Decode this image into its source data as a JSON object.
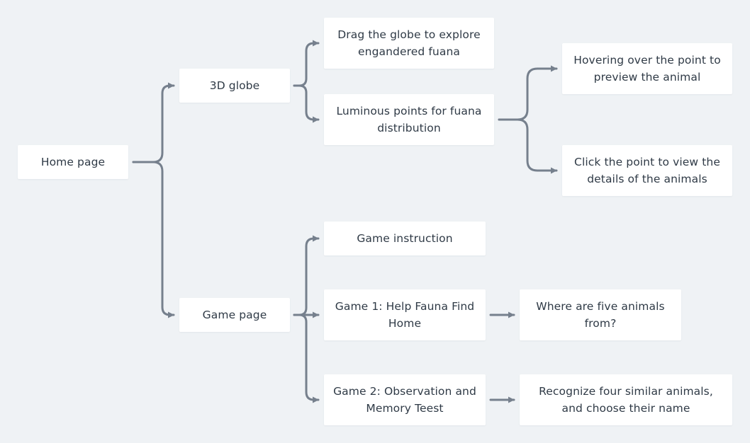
{
  "colors": {
    "background": "#eff2f5",
    "node_fill": "#ffffff",
    "node_text": "#2f3a46",
    "connector": "#76808d"
  },
  "nodes": {
    "home": "Home page",
    "globe": "3D globe",
    "game": "Game page",
    "drag_globe": "Drag the globe to explore engandered fuana",
    "luminous_points": "Luminous points for fuana distribution",
    "hover_point": "Hovering over the point to preview the animal",
    "click_point": "Click the point to view the details of the animals",
    "game_instruction": "Game instruction",
    "game1": "Game 1: Help Fauna Find Home",
    "game1_detail": "Where are five animals from?",
    "game2": "Game 2: Observation and Memory Teest",
    "game2_detail": "Recognize four similar animals, and choose their name"
  }
}
